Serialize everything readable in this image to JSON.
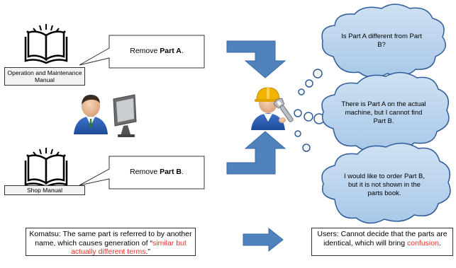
{
  "manuals": {
    "om_label": "Operation and Maintenance Manual",
    "shop_label": "Shop Manual"
  },
  "callouts": {
    "top_prefix": "Remove ",
    "top_part": "Part A",
    "top_suffix": ".",
    "bottom_prefix": "Remove ",
    "bottom_part": "Part B",
    "bottom_suffix": "."
  },
  "thoughts": [
    "Is Part A different from Part B?",
    "There is Part A on the actual machine, but I cannot find Part B.",
    "I would like to order Part B, but it is not shown in the parts book."
  ],
  "notes": {
    "left_pre": "Komatsu: The same part is referred to by another name, which causes generation of “",
    "left_red": "similar but actually different terms",
    "left_post": ".”",
    "right_pre": "Users: Cannot decide that the parts are identical, which will bring ",
    "right_red": "confusion",
    "right_post": "."
  },
  "colors": {
    "arrow": "#4f81bd",
    "cloud_fill": "#bdd7ee",
    "cloud_stroke": "#2e5c9a",
    "label_fill": "#f2f2f2",
    "highlight": "#e8322a"
  },
  "icons": [
    "open-book-icon",
    "computer-user-icon",
    "engineer-with-wrench-icon"
  ]
}
